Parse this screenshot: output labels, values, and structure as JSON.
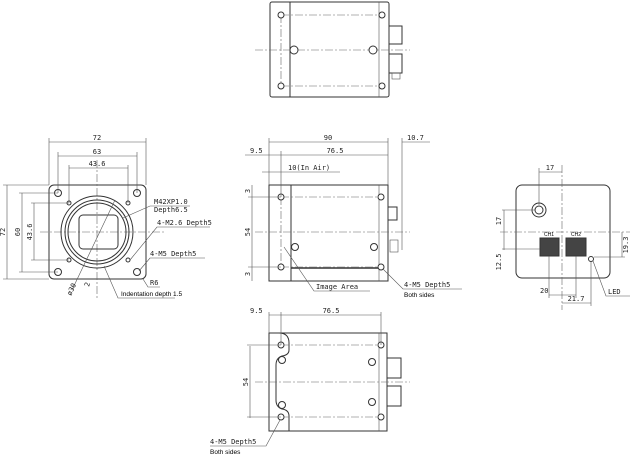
{
  "front_view": {
    "dim_width": "72",
    "dim_holes": "63",
    "dim_inner": "43.6",
    "dim_height": "72",
    "dim_v_holes": "60",
    "dim_v_inner": "43.6",
    "mount": "M42XP1.0",
    "mount_depth": "Depth6.5",
    "m26": "4-M2.6 Depth5",
    "m5": "4-M5 Depth5",
    "radius": "R6",
    "diameter": "ø30",
    "offset": "2",
    "indent": "Indentation depth 1.5"
  },
  "side_view": {
    "dim_length": "90",
    "dim_connector": "10.7",
    "dim_front": "9.5",
    "dim_holes": "76.5",
    "dim_air": "10(In Air)",
    "dim_top": "3",
    "dim_mid": "54",
    "dim_bottom": "3",
    "image_area": "Image Area",
    "m5": "4-M5 Depth5",
    "both_sides": "Both sides"
  },
  "back_view": {
    "dim_17h": "17",
    "dim_17v": "17",
    "dim_125": "12.5",
    "dim_193": "19.3",
    "dim_20": "20",
    "dim_217": "21.7",
    "ch1": "CH1",
    "ch2": "CH2",
    "led": "LED"
  },
  "bottom_view": {
    "dim_front": "9.5",
    "dim_holes": "76.5",
    "dim_54": "54",
    "m5": "4-M5 Depth5",
    "both_sides": "Both sides"
  }
}
